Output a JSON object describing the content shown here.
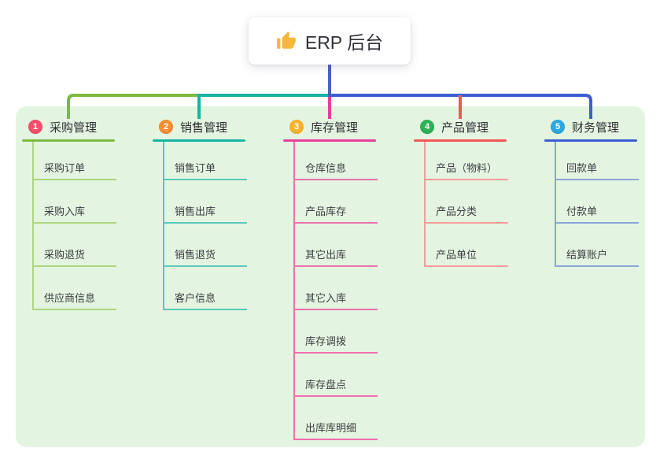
{
  "root": {
    "title": "ERP 后台",
    "icon": "thumbs-up-icon",
    "icon_color": "#f6b73a",
    "connector_color": "#4d60c4"
  },
  "canvas": {
    "background": "#ffffff",
    "panel_background": "#e3f5e0"
  },
  "branches": [
    {
      "number": "1",
      "label": "采购管理",
      "badge_color": "#f4506d",
      "line_color": "#7cb93f",
      "child_line_color": "#aed581",
      "children": [
        "采购订单",
        "采购入库",
        "采购退货",
        "供应商信息"
      ]
    },
    {
      "number": "2",
      "label": "销售管理",
      "badge_color": "#f78e30",
      "line_color": "#17b3a4",
      "child_line_color": "#5bc8bd",
      "children": [
        "销售订单",
        "销售出库",
        "销售退货",
        "客户信息"
      ]
    },
    {
      "number": "3",
      "label": "库存管理",
      "badge_color": "#f9b32c",
      "line_color": "#e6409b",
      "child_line_color": "#ee6fae",
      "children": [
        "仓库信息",
        "产品库存",
        "其它出库",
        "其它入库",
        "库存调拨",
        "库存盘点",
        "出库库明细"
      ]
    },
    {
      "number": "4",
      "label": "产品管理",
      "badge_color": "#2eb257",
      "line_color": "#f15757",
      "child_line_color": "#f59d9d",
      "children": [
        "产品（物料）",
        "产品分类",
        "产品单位"
      ]
    },
    {
      "number": "5",
      "label": "财务管理",
      "badge_color": "#2ba9e0",
      "line_color": "#3c5ed2",
      "child_line_color": "#8aa5da",
      "children": [
        "回款单",
        "付款单",
        "结算账户"
      ]
    }
  ]
}
